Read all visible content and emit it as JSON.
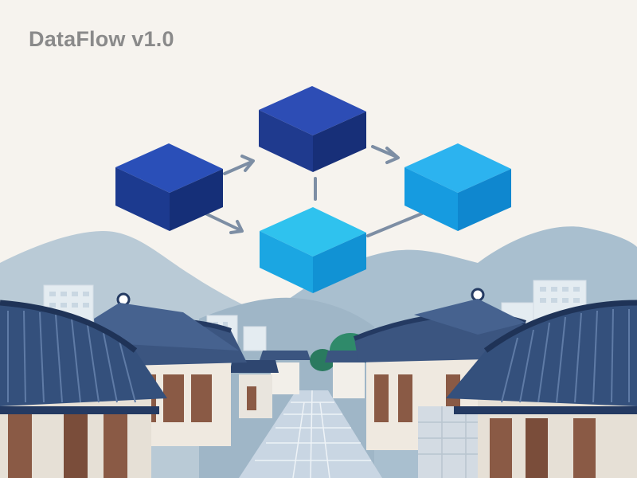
{
  "app": {
    "title": "DataFlow v1.0"
  },
  "colors": {
    "background": "#f6f3ee",
    "title_text": "#8a8a8a",
    "node_dark_blue": "#1f3f9c",
    "node_navy": "#263f8f",
    "node_cyan": "#16a3e3",
    "node_sky": "#22b5e8",
    "arrow": "#7d8ea4",
    "roof": "#3b5580",
    "wood": "#8a5a45",
    "mountain": "#b9cad6",
    "trees": "#2f8a6a",
    "pavement": "#c9d6e3"
  },
  "icons": {
    "nodes": [
      "data-node-cube-icon",
      "data-node-cube-icon",
      "data-node-cube-icon",
      "data-node-cube-icon"
    ],
    "connectors": [
      "flow-arrow-icon",
      "flow-arrow-icon",
      "flow-arrow-icon",
      "flow-connector-line",
      "flow-connector-line"
    ]
  }
}
